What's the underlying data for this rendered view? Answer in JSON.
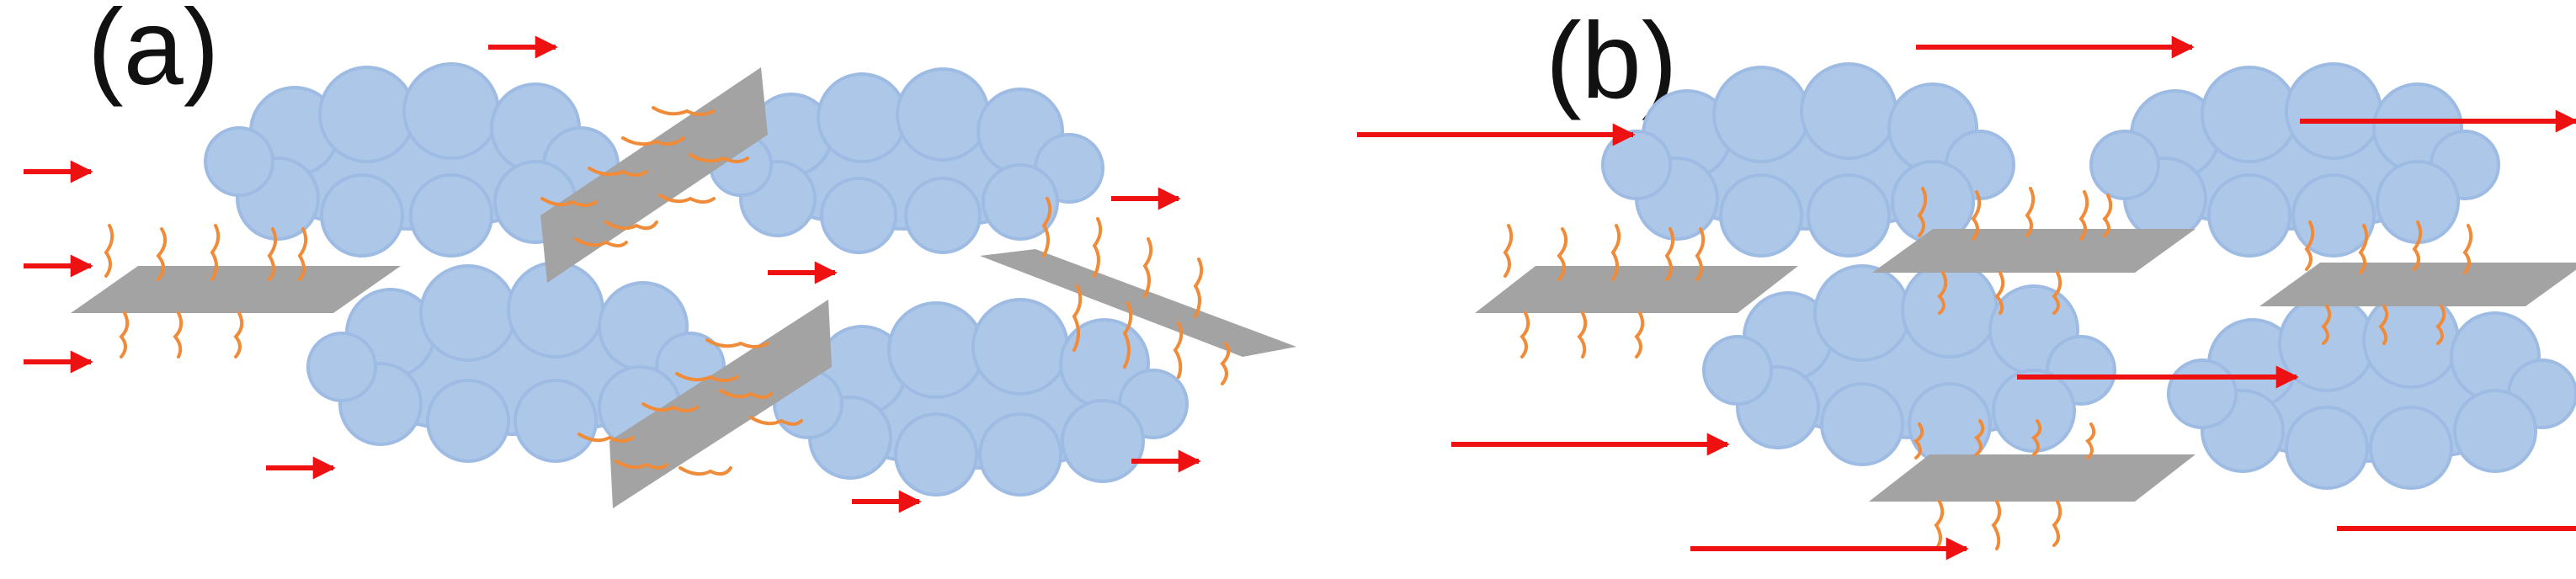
{
  "panels": [
    {
      "id": "a",
      "label": "(a)"
    },
    {
      "id": "b",
      "label": "(b)"
    }
  ],
  "colors": {
    "cloud_fill": "#adc7e8",
    "cloud_edge": "#9dbbe3",
    "sheet_fill": "#a3a3a3",
    "chain": "#f08b3a",
    "arrow": "#ee1111"
  }
}
